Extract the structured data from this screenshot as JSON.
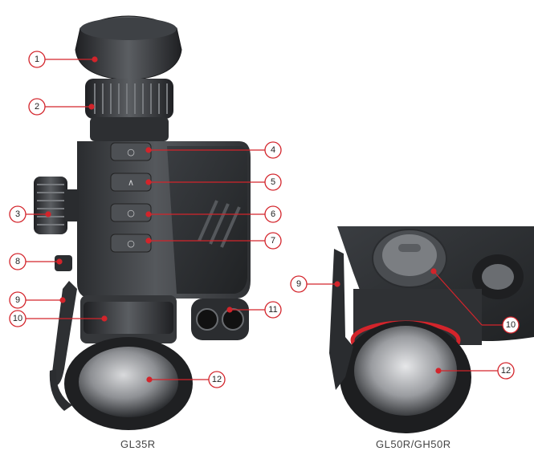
{
  "captions": {
    "left": "GL35R",
    "right": "GL50R/GH50R"
  },
  "callouts_left": [
    "1",
    "2",
    "3",
    "4",
    "5",
    "6",
    "7",
    "8",
    "9",
    "10",
    "11",
    "12"
  ],
  "callouts_right": [
    "9",
    "10",
    "12"
  ],
  "colors": {
    "callout_line": "#d3242b",
    "body_dark": "#2b2d30",
    "body_mid": "#45484c",
    "body_light": "#6a6d71",
    "lens_ring": "#d3242b"
  }
}
